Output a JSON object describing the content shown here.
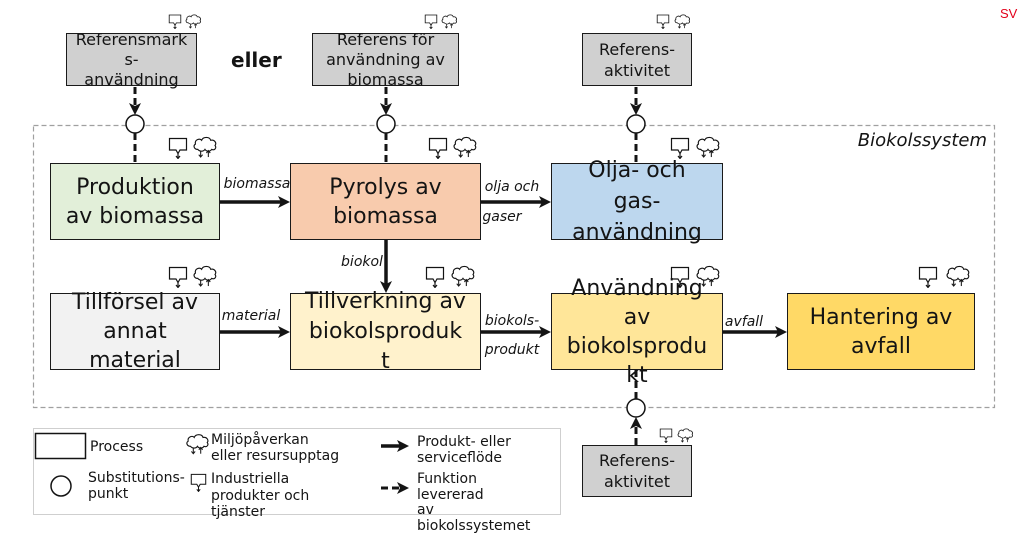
{
  "language_tag": "SV",
  "connector_label": "eller",
  "system_boundary_label": "Biokolssystem",
  "reference_boxes": {
    "market_use": "Referensmark\ns-\nanvändning",
    "biomass_use": "Referens för\nanvändning av\nbiomassa",
    "activity_top": "Referens-\naktivitet",
    "activity_bottom": "Referens-\naktivitet"
  },
  "processes": {
    "biomass_production": "Produktion\nav biomassa",
    "pyrolysis": "Pyrolys av\nbiomassa",
    "oil_gas_use": "Olja- och\ngas-\nanvändning",
    "other_material_supply": "Tillförsel av\nannat\nmaterial",
    "product_manufacturing": "Tillverkning av\nbiokolsproduk\nt",
    "product_use": "Användning\nav\nbiokolsprodu\nkt",
    "waste_handling": "Hantering av\navfall"
  },
  "flows": {
    "biomass": "biomassa",
    "oil_gas": [
      "olja och",
      "gaser"
    ],
    "biochar": "biokol",
    "material": "material",
    "biochar_product": [
      "biokols-",
      "produkt"
    ],
    "waste": "avfall"
  },
  "legend": {
    "process": "Process",
    "substitution_point": "Substitutions-\npunkt",
    "environmental_impact": "Miljöpåverkan\neller resursupptag",
    "industrial_products": "Industriella\nprodukter och\ntjänster",
    "product_flow": "Produkt- eller\nserviceflöde",
    "function_delivered": "Funktion\nlevererad\nav\nbiokolssystemet"
  },
  "icons": {
    "environmental_impact": "cloud-icon",
    "industrial_products": "callout-icon"
  },
  "colors": {
    "language_tag": "#e3001b",
    "reference": "#d0d0d0",
    "biomass_production": "#e2efd9",
    "pyrolysis": "#f8cbad",
    "oil_gas_use": "#bdd7ee",
    "other_material_supply": "#f2f2f2",
    "product_manufacturing": "#fff2cc",
    "product_use": "#ffe699",
    "waste_handling": "#ffd966"
  }
}
